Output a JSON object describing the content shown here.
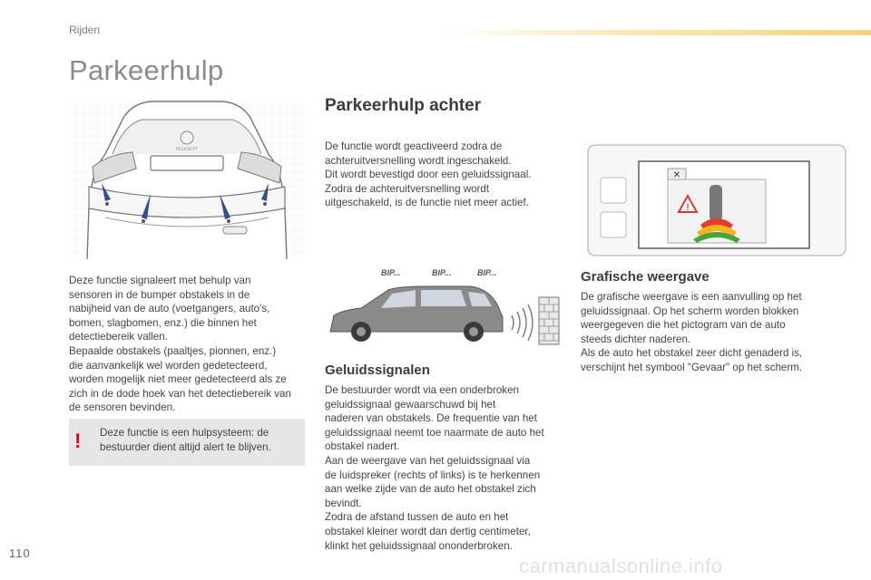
{
  "header": {
    "section": "Rijden",
    "accent_color": "#f7d27a"
  },
  "page_title": "Parkeerhulp",
  "intro": {
    "paragraph": "Deze functie signaleert met behulp van\nsensoren in de bumper obstakels in de\nnabijheid van de auto (voetgangers, auto's,\nbomen, slagbomen, enz.) die binnen het\ndetectiebereik vallen.\nBepaalde obstakels (paaltjes, pionnen, enz.)\ndie aanvankelijk wel worden gedetecteerd,\nworden mogelijk niet meer gedetecteerd als ze\nzich in de dode hoek van het detectiebereik van\nde sensoren bevinden."
  },
  "warning": {
    "icon": "exclamation-icon",
    "color": "#e2001a",
    "text": "Deze functie is een hulpsysteem: de\nbestuurder dient altijd alert te blijven."
  },
  "rear": {
    "heading": "Parkeerhulp achter",
    "paragraph": "De functie wordt geactiveerd zodra de\nachteruitversnelling wordt ingeschakeld.\nDit wordt bevestigd door een geluidssignaal.\nZodra de achteruitversnelling wordt\nuitgeschakeld, is de functie niet meer actief."
  },
  "sound_illustration": {
    "labels": [
      "BIP...",
      "BIP...",
      "BIP..."
    ]
  },
  "sound": {
    "heading": "Geluidssignalen",
    "paragraph": "De bestuurder wordt via een onderbroken\ngeluidssignaal gewaarschuwd bij het\nnaderen van obstakels. De frequentie van het\ngeluidssignaal neemt toe naarmate de auto het\nobstakel nadert.\nAan de weergave van het geluidssignaal via\nde luidspreker (rechts of links) is te herkennen\naan welke zijde van de auto het obstakel zich\nbevindt.\nZodra de afstand tussen de auto en het\nobstakel kleiner wordt dan dertig centimeter,\nklinkt het geluidssignaal ononderbroken."
  },
  "graphic": {
    "heading": "Grafische weergave",
    "paragraph": "De grafische weergave is een aanvulling op het\ngeluidssignaal. Op het scherm worden blokken\nweergegeven die het pictogram van de auto\nsteeds dichter naderen.\nAls de auto het obstakel zeer dicht genaderd is,\nverschijnt het symbool \"Gevaar\" op het scherm."
  },
  "footer": {
    "page_number": "110",
    "watermark": "carmanualsonline.info"
  }
}
